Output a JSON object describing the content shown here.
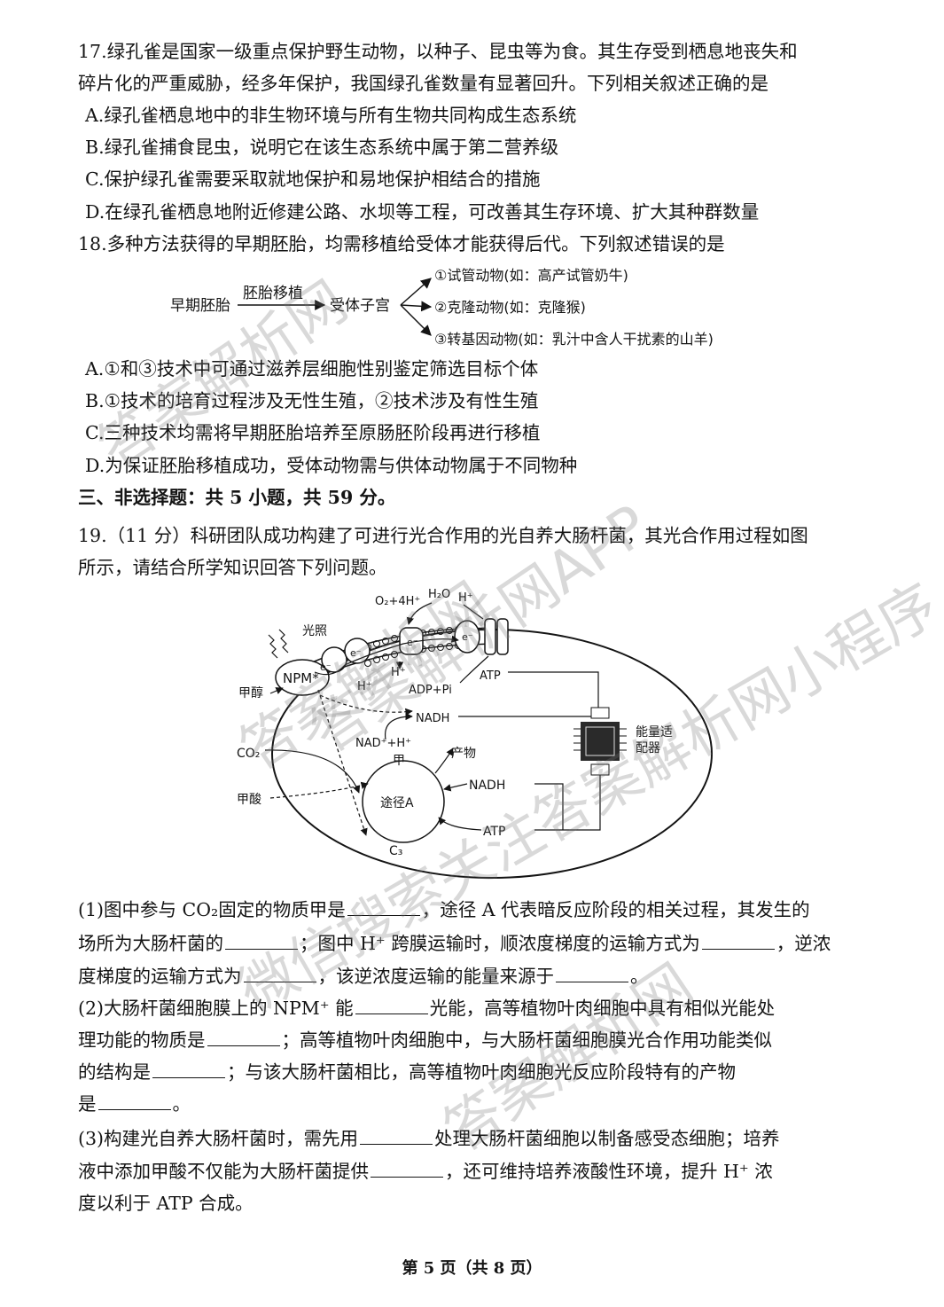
{
  "q17": {
    "stem_1": "17.绿孔雀是国家一级重点保护野生动物，以种子、昆虫等为食。其生存受到栖息地丧失和",
    "stem_2": "碎片化的严重威胁，经多年保护，我国绿孔雀数量有显著回升。下列相关叙述正确的是",
    "a": "A.绿孔雀栖息地中的非生物环境与所有生物共同构成生态系统",
    "b": "B.绿孔雀捕食昆虫，说明它在该生态系统中属于第二营养级",
    "c": "C.保护绿孔雀需要采取就地保护和易地保护相结合的措施",
    "d": "D.在绿孔雀栖息地附近修建公路、水坝等工程，可改善其生存环境、扩大其种群数量"
  },
  "q18": {
    "stem": "18.多种方法获得的早期胚胎，均需移植给受体才能获得后代。下列叙述错误的是",
    "diagram": {
      "source": "早期胚胎",
      "arrow_label": "胚胎移植",
      "target": "受体子宫",
      "branch_1": "①试管动物(如：高产试管奶牛)",
      "branch_2": "②克隆动物(如：克隆猴)",
      "branch_3": "③转基因动物(如：乳汁中含人干扰素的山羊)"
    },
    "a": "A.①和③技术中可通过滋养层细胞性别鉴定筛选目标个体",
    "b": "B.①技术的培育过程涉及无性生殖，②技术涉及有性生殖",
    "c": "C.三种技术均需将早期胚胎培养至原肠胚阶段再进行移植",
    "d": "D.为保证胚胎移植成功，受体动物需与供体动物属于不同物种"
  },
  "section3": "三、非选择题：共 5 小题，共 59 分。",
  "q19": {
    "stem_1": "19.（11 分）科研团队成功构建了可进行光合作用的光自养大肠杆菌，其光合作用过程如图",
    "stem_2": "所示，请结合所学知识回答下列问题。",
    "figure": {
      "o2": "O₂+4H⁺",
      "h2o": "H₂O",
      "hplus": "H⁺",
      "light": "光照",
      "npm": "NPM*",
      "e": "e⁻",
      "h_a": "H⁺",
      "h_b": "H⁺",
      "adp": "ADP+Pi",
      "atp": "ATP",
      "methanol": "甲醇",
      "nadh": "NADH",
      "nad": "NAD⁺+H⁺",
      "adapter": "能量适\n配器",
      "co2": "CO₂",
      "jia": "甲",
      "product": "产物",
      "formic": "甲酸",
      "pathway": "途径A",
      "nadh2": "NADH",
      "c3": "C₃",
      "atp2": "ATP"
    },
    "p1_1a": "(1)图中参与 CO₂固定的物质甲是",
    "p1_1b": "，途径 A 代表暗反应阶段的相关过程，其发生的",
    "p1_2a": "场所为大肠杆菌的",
    "p1_2b": "；图中 H⁺ 跨膜运输时，顺浓度梯度的运输方式为",
    "p1_2c": "，逆浓",
    "p1_3a": "度梯度的运输方式为",
    "p1_3b": "，该逆浓度运输的能量来源于",
    "p1_3c": "。",
    "p2_1a": "(2)大肠杆菌细胞膜上的 NPM⁺ 能",
    "p2_1b": "光能，高等植物叶肉细胞中具有相似光能处",
    "p2_2a": "理功能的物质是",
    "p2_2b": "；高等植物叶肉细胞中，与大肠杆菌细胞膜光合作用功能类似",
    "p2_3a": "的结构是",
    "p2_3b": "；与该大肠杆菌相比，高等植物叶肉细胞光反应阶段特有的产物",
    "p2_4a": "是",
    "p2_4b": "。",
    "p3_1a": "(3)构建光自养大肠杆菌时，需先用",
    "p3_1b": "处理大肠杆菌细胞以制备感受态细胞；培养",
    "p3_2a": "液中添加甲酸不仅能为大肠杆菌提供",
    "p3_2b": "，还可维持培养液酸性环境，提升 H⁺ 浓",
    "p3_3": "度以利于 ATP 合成。"
  },
  "footer": "第 5 页（共 8 页）",
  "watermarks": {
    "w1": "答案解析网",
    "w2": "答案解析网APP",
    "w3": "答案解析网",
    "w4": "微信搜索关注答案解析网小程序",
    "w5": "答案解析网"
  }
}
